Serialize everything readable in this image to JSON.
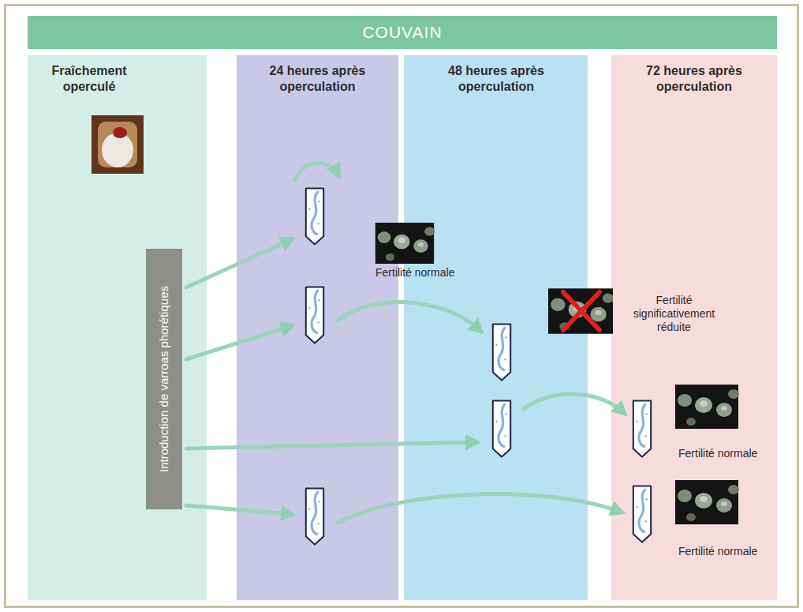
{
  "diagram": {
    "title": "COUVAIN",
    "nodes": [
      {
        "text": [
          "Fraîchement operculé"
        ]
      },
      {
        "text": [
          "24 heures après operculation"
        ]
      },
      {
        "text": [
          "48 heures après operculation"
        ]
      },
      {
        "text": [
          "72 heures après operculation"
        ]
      },
      {
        "text": [
          "Introduction de varroas phorétiques"
        ],
        "in": 0
      }
    ],
    "labels": [
      "Fertilité normale",
      "Fertilité significativement réduite",
      "Fertilité normale",
      "Fertilité normale"
    ]
  }
}
